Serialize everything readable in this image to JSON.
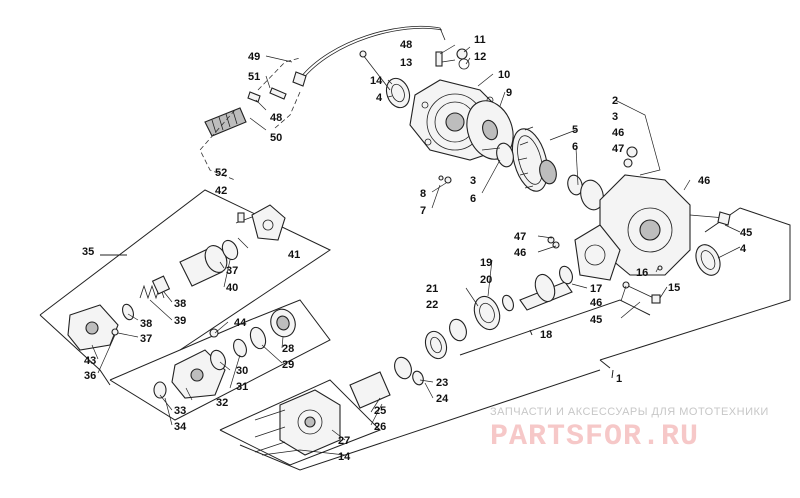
{
  "diagram": {
    "callouts": [
      {
        "id": "c49",
        "text": "49"
      },
      {
        "id": "c51",
        "text": "51"
      },
      {
        "id": "c48a",
        "text": "48"
      },
      {
        "id": "c50",
        "text": "50"
      },
      {
        "id": "c52",
        "text": "52"
      },
      {
        "id": "c42",
        "text": "42"
      },
      {
        "id": "c35",
        "text": "35"
      },
      {
        "id": "c41",
        "text": "41"
      },
      {
        "id": "c37a",
        "text": "37"
      },
      {
        "id": "c40",
        "text": "40"
      },
      {
        "id": "c38a",
        "text": "38"
      },
      {
        "id": "c39",
        "text": "39"
      },
      {
        "id": "c38b",
        "text": "38"
      },
      {
        "id": "c37b",
        "text": "37"
      },
      {
        "id": "c43",
        "text": "43"
      },
      {
        "id": "c36",
        "text": "36"
      },
      {
        "id": "c44",
        "text": "44"
      },
      {
        "id": "c30",
        "text": "30"
      },
      {
        "id": "c31",
        "text": "31"
      },
      {
        "id": "c28",
        "text": "28"
      },
      {
        "id": "c29",
        "text": "29"
      },
      {
        "id": "c32",
        "text": "32"
      },
      {
        "id": "c33",
        "text": "33"
      },
      {
        "id": "c34",
        "text": "34"
      },
      {
        "id": "c48b",
        "text": "48"
      },
      {
        "id": "c13",
        "text": "13"
      },
      {
        "id": "c11",
        "text": "11"
      },
      {
        "id": "c12",
        "text": "12"
      },
      {
        "id": "c10",
        "text": "10"
      },
      {
        "id": "c14a",
        "text": "14"
      },
      {
        "id": "c4a",
        "text": "4"
      },
      {
        "id": "c9",
        "text": "9"
      },
      {
        "id": "c3a",
        "text": "3"
      },
      {
        "id": "c6a",
        "text": "6"
      },
      {
        "id": "c8",
        "text": "8"
      },
      {
        "id": "c7",
        "text": "7"
      },
      {
        "id": "c5",
        "text": "5"
      },
      {
        "id": "c6b",
        "text": "6"
      },
      {
        "id": "c2",
        "text": "2"
      },
      {
        "id": "c3b",
        "text": "3"
      },
      {
        "id": "c46a",
        "text": "46"
      },
      {
        "id": "c47a",
        "text": "47"
      },
      {
        "id": "c46b",
        "text": "46"
      },
      {
        "id": "c45a",
        "text": "45"
      },
      {
        "id": "c4b",
        "text": "4"
      },
      {
        "id": "c47b",
        "text": "47"
      },
      {
        "id": "c46c",
        "text": "46"
      },
      {
        "id": "c19",
        "text": "19"
      },
      {
        "id": "c20",
        "text": "20"
      },
      {
        "id": "c21",
        "text": "21"
      },
      {
        "id": "c22",
        "text": "22"
      },
      {
        "id": "c17",
        "text": "17"
      },
      {
        "id": "c16",
        "text": "16"
      },
      {
        "id": "c15",
        "text": "15"
      },
      {
        "id": "c46d",
        "text": "46"
      },
      {
        "id": "c45b",
        "text": "45"
      },
      {
        "id": "c18",
        "text": "18"
      },
      {
        "id": "c1",
        "text": "1"
      },
      {
        "id": "c23",
        "text": "23"
      },
      {
        "id": "c24",
        "text": "24"
      },
      {
        "id": "c25",
        "text": "25"
      },
      {
        "id": "c26",
        "text": "26"
      },
      {
        "id": "c27",
        "text": "27"
      },
      {
        "id": "c14b",
        "text": "14"
      }
    ]
  },
  "watermark": {
    "caption": "ЗАПЧАСТИ И АКСЕССУАРЫ ДЛЯ МОТОТЕХНИКИ",
    "brand": "PARTSFOR.RU"
  }
}
